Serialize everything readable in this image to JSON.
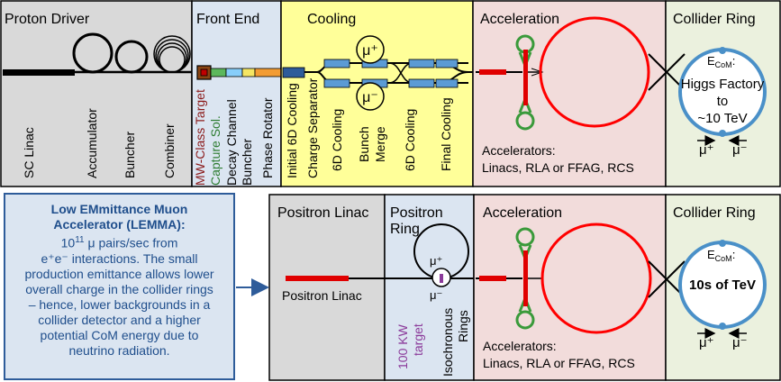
{
  "top_row": {
    "proton_driver": {
      "title": "Proton Driver",
      "labels": [
        "SC Linac",
        "Accumulator",
        "Buncher",
        "Combiner"
      ]
    },
    "front_end": {
      "title": "Front End",
      "labels": [
        "MW-Class Target",
        "Capture Sol.",
        "Decay Channel",
        "Buncher",
        "Phase Rotator"
      ]
    },
    "cooling": {
      "title": "Cooling",
      "labels": [
        "Initial 6D Cooling",
        "Charge Separator",
        "6D Cooling",
        "Bunch",
        "Merge",
        "6D Cooling",
        "Final Cooling"
      ],
      "mu_plus": "μ⁺",
      "mu_minus": "μ⁻"
    },
    "acceleration": {
      "title": "Acceleration",
      "caption_1": "Accelerators:",
      "caption_2": "Linacs, RLA or FFAG, RCS"
    },
    "collider_ring": {
      "title": "Collider Ring",
      "ecom": "E",
      "ecom_sub": "CoM",
      "ecom_colon": ":",
      "energy_1": "Higgs Factory",
      "energy_2": "to",
      "energy_3": "~10 TeV",
      "mu_plus": "μ⁺",
      "mu_minus": "μ⁻"
    }
  },
  "lemma": {
    "heading_1": "Low EMmittance Muon",
    "heading_2": "Accelerator (LEMMA):",
    "rate_base": "10",
    "rate_exp": "11",
    "rate_rest": " μ pairs/sec from",
    "line_3": "e⁺e⁻ interactions.  The small",
    "line_4": "production emittance allows lower",
    "line_5": "overall charge in the collider rings",
    "line_6": "– hence, lower backgrounds in a",
    "line_7": "collider detector and a higher",
    "line_8": "potential CoM energy due to",
    "line_9": "neutrino radiation."
  },
  "bottom_row": {
    "positron_linac": {
      "title": "Positron Linac",
      "label": "Positron Linac"
    },
    "positron_ring": {
      "title_1": "Positron",
      "title_2": "Ring",
      "mu_plus": "μ⁺",
      "mu_minus": "μ⁻",
      "target_1": "100 KW",
      "target_2": "target",
      "rings_1": "Isochronous",
      "rings_2": "Rings"
    },
    "acceleration": {
      "title": "Acceleration",
      "caption_1": "Accelerators:",
      "caption_2": "Linacs, RLA or FFAG, RCS"
    },
    "collider_ring": {
      "title": "Collider Ring",
      "ecom": "E",
      "ecom_sub": "CoM",
      "ecom_colon": ":",
      "energy": "10s of TeV",
      "mu_plus": "μ⁺",
      "mu_minus": "μ⁻"
    }
  },
  "colors": {
    "proton_driver_bg": "#d9d9d9",
    "front_end_bg": "#dbe5f1",
    "cooling_bg": "#ffff99",
    "acceleration_bg": "#f2dcdb",
    "collider_bg": "#ebf1de",
    "ring_blue": "#4a90c8",
    "ring_red": "#ff0000",
    "green": "#3a9a3a",
    "lemma_text": "#1f4e8c"
  }
}
